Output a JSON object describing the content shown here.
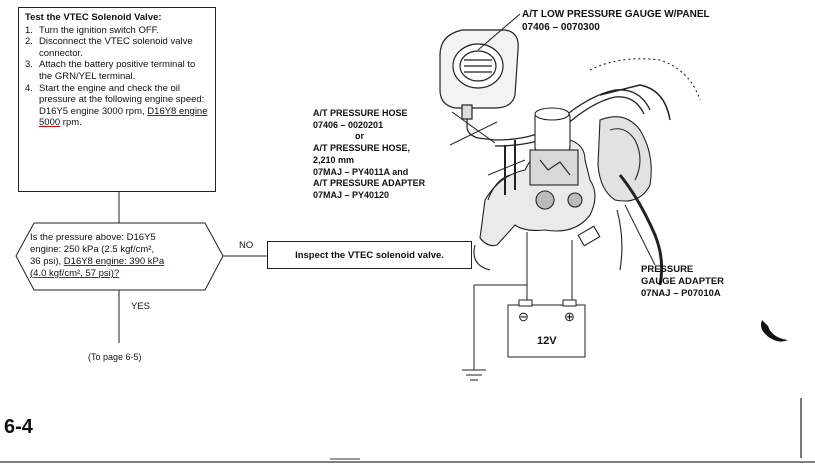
{
  "procedure": {
    "title": "Test the VTEC Solenoid Valve:",
    "steps": [
      {
        "num": "1.",
        "text": "Turn the ignition switch OFF."
      },
      {
        "num": "2.",
        "text": "Disconnect the VTEC solenoid valve connector."
      },
      {
        "num": "3.",
        "text": "Attach the battery positive terminal to the GRN/YEL terminal."
      },
      {
        "num": "4.",
        "text_a": "Start the engine and check the oil pressure at the following engine speed: D16Y5 engine 3000 rpm, ",
        "text_u": "D16Y8 engine 5000",
        "text_b": " rpm."
      }
    ]
  },
  "decision": {
    "line1": "Is the pressure above: D16Y5",
    "line2": "engine: 250 kPa (2.5 kgf/cm²,",
    "line3a": "36 psi), ",
    "line3u": "D16Y8 engine: 390 kPa",
    "line4u": "(4.0 kgf/cm², 57 psi)?",
    "no_label": "NO",
    "yes_label": "YES"
  },
  "action": {
    "inspect": "Inspect the VTEC solenoid valve."
  },
  "next": "(To page 6-5)",
  "callouts": {
    "gauge": {
      "line1": "A/T LOW PRESSURE GAUGE W/PANEL",
      "line2": "07406 – 0070300"
    },
    "hose": {
      "line1": "A/T PRESSURE HOSE",
      "line2": "07406 – 0020201",
      "or": "or",
      "line3": "A/T PRESSURE HOSE,",
      "line4": "2,210 mm",
      "line5": "07MAJ – PY4011A and",
      "line6": "A/T PRESSURE ADAPTER",
      "line7": "07MAJ – PY40120"
    },
    "adapter": {
      "line1": "PRESSURE",
      "line2": "GAUGE ADAPTER",
      "line3": "07NAJ – P07010A"
    },
    "battery": {
      "minus": "⊖",
      "plus": "⊕",
      "voltage": "12V"
    }
  },
  "page_number": "6-4"
}
